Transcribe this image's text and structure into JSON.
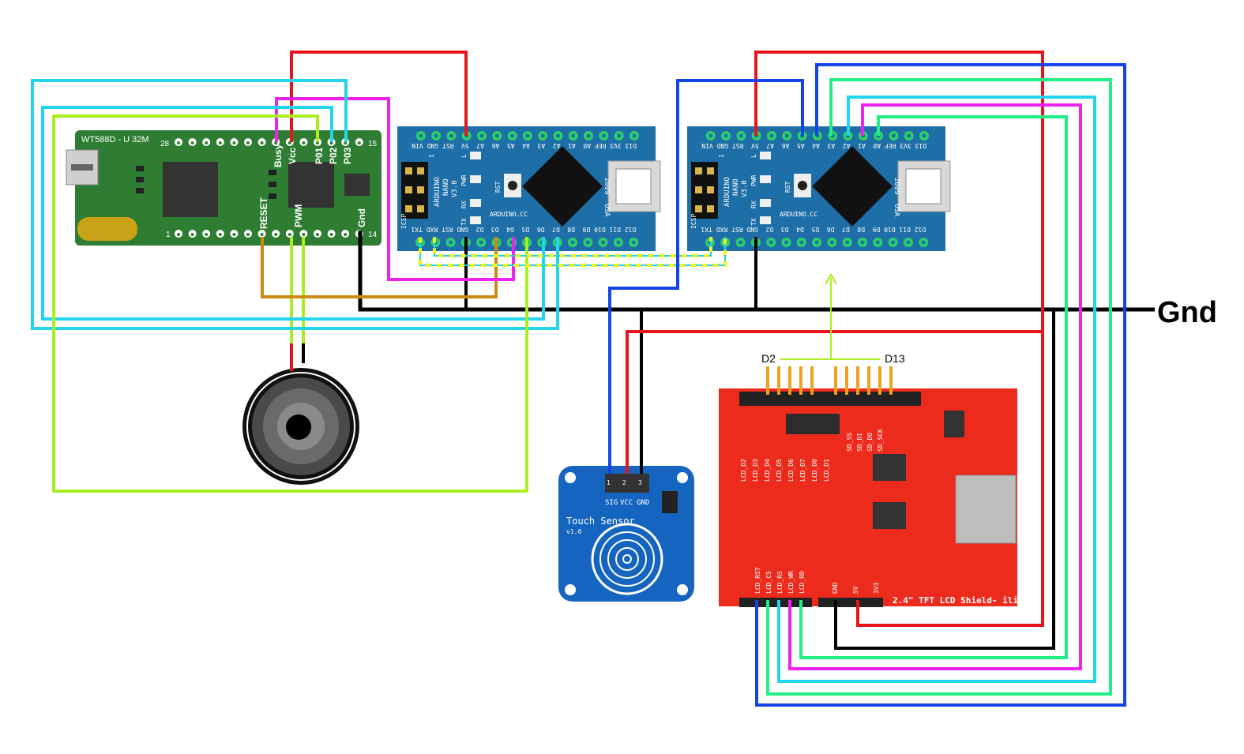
{
  "wt588d": {
    "title": "WT588D - U 32M",
    "pin_28": "28",
    "pin_15": "15",
    "pin_1": "1",
    "pin_14": "14",
    "top_pins": [
      "Busy",
      "Vcc",
      "P01",
      "P02",
      "P03"
    ],
    "bottom_pins": [
      "RESET",
      "PWM",
      "Gnd"
    ]
  },
  "nano": {
    "top_row": [
      "D13",
      "3V3",
      "REF",
      "A0",
      "A1",
      "A2",
      "A3",
      "A4",
      "A5",
      "A6",
      "A7",
      "5V",
      "RST",
      "GND",
      "VIN"
    ],
    "bottom_row": [
      "TX1",
      "RXD",
      "RST",
      "GND",
      "D2",
      "D3",
      "D4",
      "D5",
      "D6",
      "D7",
      "D8",
      "D9",
      "D10",
      "D11",
      "D12"
    ],
    "board_name": [
      "ARDUINO",
      "NANO",
      "V3.0"
    ],
    "site": "ARDUINO.CC",
    "year": "2009",
    "country": "USA",
    "leds": [
      "L",
      "PWR",
      "RX",
      "TX"
    ],
    "rst": "RST",
    "icsp": "ICSP",
    "icsp_1": "1"
  },
  "labels": {
    "gnd": "Gnd",
    "d2": "D2",
    "d13": "D13"
  },
  "touch": {
    "title": "Touch Sensor",
    "version": "v1.0",
    "pins": [
      "SIG",
      "VCC",
      "GND"
    ],
    "pin_marks": [
      "1",
      "2",
      "3"
    ]
  },
  "tft": {
    "name": "2.4\" TFT LCD Shield- ili",
    "bottom_pins": [
      "LCD_RST",
      "LCD_CS",
      "LCD_RS",
      "LCD_WR",
      "LCD_RD"
    ],
    "power_pins": [
      "GND",
      "5V",
      "3V3"
    ],
    "data_pins": [
      "LCD_D2",
      "LCD_D3",
      "LCD_D4",
      "LCD_D5",
      "LCD_D6",
      "LCD_D7",
      "LCD_D0",
      "LCD_D1"
    ],
    "sd_pins": [
      "SD_SS",
      "SD_DI",
      "SD_DO",
      "SD_SCK"
    ]
  },
  "colors": {
    "red": "#e8141c",
    "black": "#000000",
    "blue": "#1444e8",
    "cyan": "#22d4ee",
    "magenta": "#ee22ee",
    "lime": "#aaee22",
    "green": "#22ee88",
    "orange": "#cc8a14",
    "yellow": "#f4f422",
    "pcb_green": "#2e7d32",
    "pcb_blue": "#1e6fa8",
    "pcb_red": "#ec2b1d"
  }
}
